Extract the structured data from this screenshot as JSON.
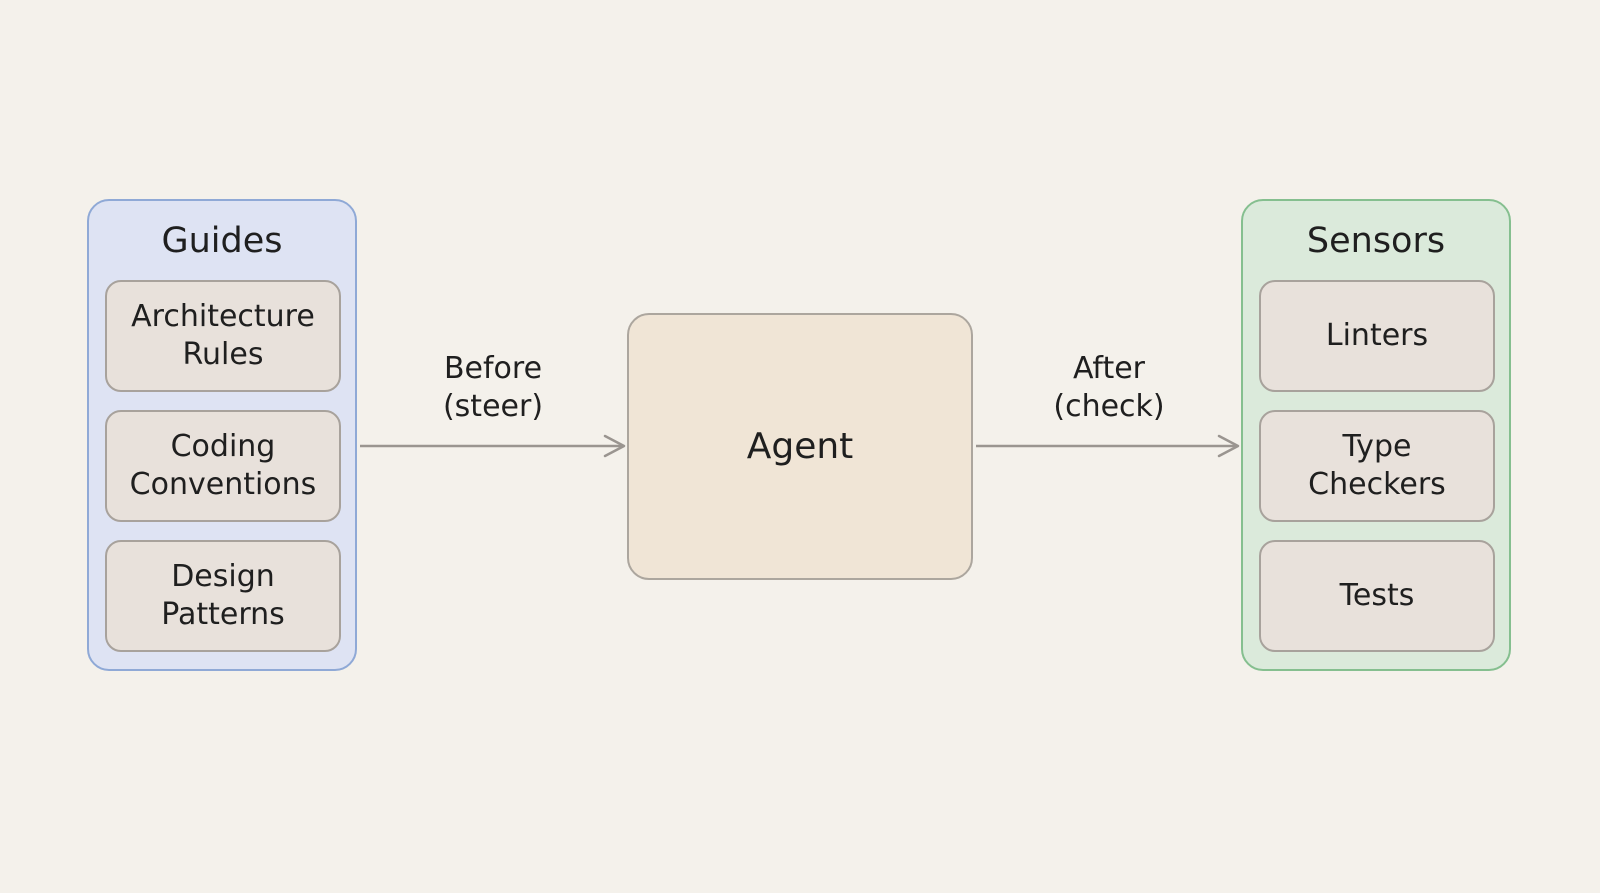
{
  "guides": {
    "title": "Guides",
    "items": [
      {
        "label": "Architecture\nRules"
      },
      {
        "label": "Coding\nConventions"
      },
      {
        "label": "Design\nPatterns"
      }
    ]
  },
  "agent": {
    "label": "Agent"
  },
  "sensors": {
    "title": "Sensors",
    "items": [
      {
        "label": "Linters"
      },
      {
        "label": "Type\nCheckers"
      },
      {
        "label": "Tests"
      }
    ]
  },
  "edges": {
    "before": "Before\n(steer)",
    "after": "After\n(check)"
  },
  "colors": {
    "background": "#f4f1eb",
    "guides_fill": "#dee3f3",
    "guides_border": "#8fa9d6",
    "sensors_fill": "#dbeadb",
    "sensors_border": "#85bf8f",
    "item_fill": "#e8e1db",
    "agent_fill": "#f0e5d6",
    "arrow": "#9a9590"
  }
}
